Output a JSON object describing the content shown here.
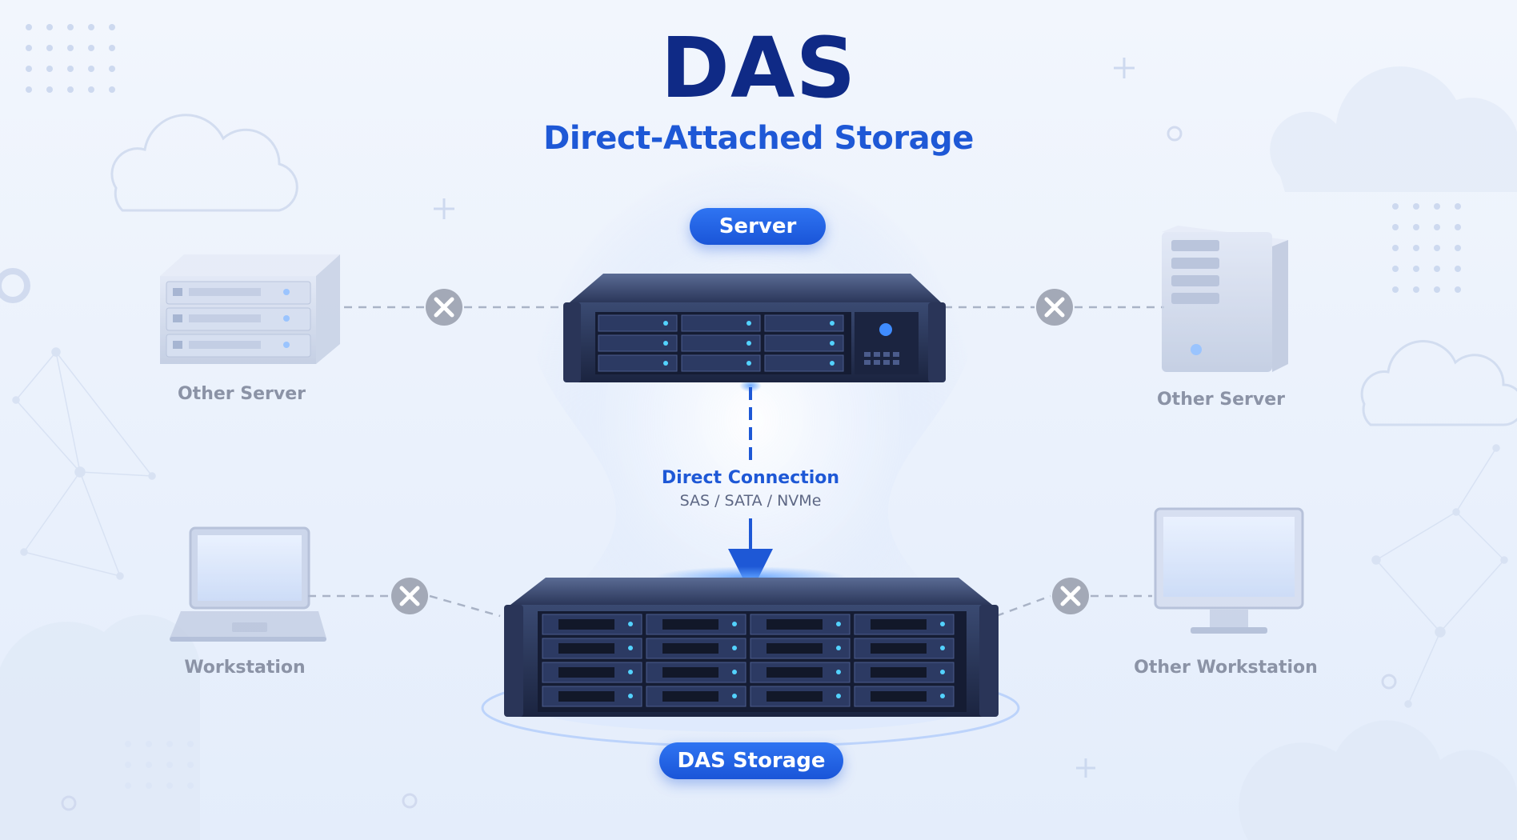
{
  "title": "DAS",
  "subtitle": "Direct-Attached Storage",
  "server_label": "Server",
  "storage_label": "DAS Storage",
  "connection": {
    "label": "Direct Connection",
    "protocols": "SAS / SATA / NVMe"
  },
  "other_nodes": [
    {
      "label": "Other Server",
      "icon": "rack-server-icon",
      "status": "no-connection"
    },
    {
      "label": "Other Server",
      "icon": "tower-server-icon",
      "status": "no-connection"
    },
    {
      "label": "Workstation",
      "icon": "laptop-icon",
      "status": "no-connection"
    },
    {
      "label": "Other Workstation",
      "icon": "monitor-icon",
      "status": "no-connection"
    }
  ],
  "colors": {
    "title": "#0f2a86",
    "accent": "#1e58d6",
    "muted_label": "#8b93a6",
    "blocked_icon": "#a3a9b7"
  }
}
